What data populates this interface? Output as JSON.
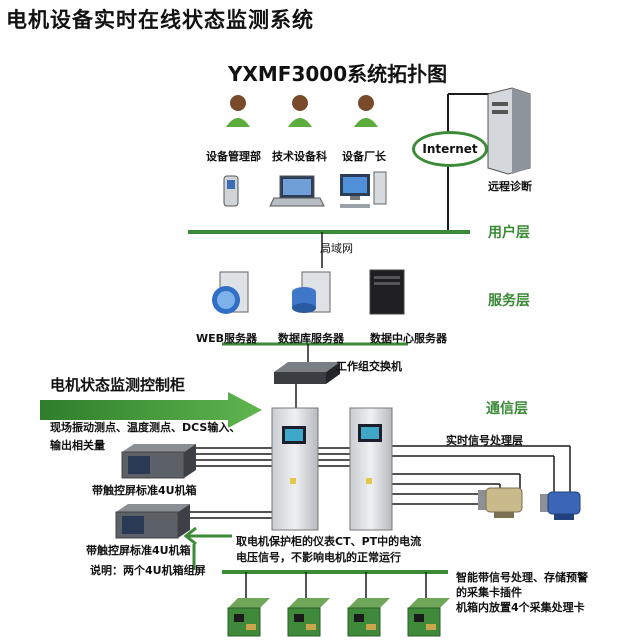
{
  "title": "电机设备实时在线状态监测系统",
  "subtitle": "YXMF3000系统拓扑图",
  "internet_label": "Internet",
  "remote_label": "远程诊断",
  "user_nodes": [
    {
      "label": "设备管理部",
      "icon": "person-icon"
    },
    {
      "label": "技术设备科",
      "icon": "person-icon"
    },
    {
      "label": "设备厂长",
      "icon": "person-icon"
    }
  ],
  "client_devices": [
    "mobile-phone-icon",
    "laptop-icon",
    "desktop-computer-icon"
  ],
  "layers": {
    "user": "用户层",
    "service": "服务层",
    "comm": "通信层"
  },
  "lan_label": "局域网",
  "servers": [
    {
      "label": "WEB服务器",
      "icon": "web-server-icon"
    },
    {
      "label": "数据库服务器",
      "icon": "database-server-icon"
    },
    {
      "label": "数据中心服务器",
      "icon": "data-center-server-icon"
    }
  ],
  "switch_label": "工作组交换机",
  "ctrl_cabinet_title": "电机状态监测控制柜",
  "inputs_line1": "现场振动测点、温度测点、DCS输入、",
  "inputs_line2": "输出相关量",
  "chassis_label_1": "带触控屏标准4U机箱",
  "chassis_label_2": "带触控屏标准4U机箱",
  "chassis_note": "说明：两个4U机箱组屏",
  "realtime_layer": "实时信号处理层",
  "ct_pt_line1": "取电机保护柜的仪表CT、PT中的电流",
  "ct_pt_line2": "电压信号，不影响电机的正常运行",
  "card_note_line1": "智能带信号处理、存储预警",
  "card_note_line2": "的采集卡插件",
  "card_note_line3": "机箱内放置4个采集处理卡",
  "colors": {
    "accent_green": "#3a8a36",
    "line_dark": "#1c1c1c"
  }
}
